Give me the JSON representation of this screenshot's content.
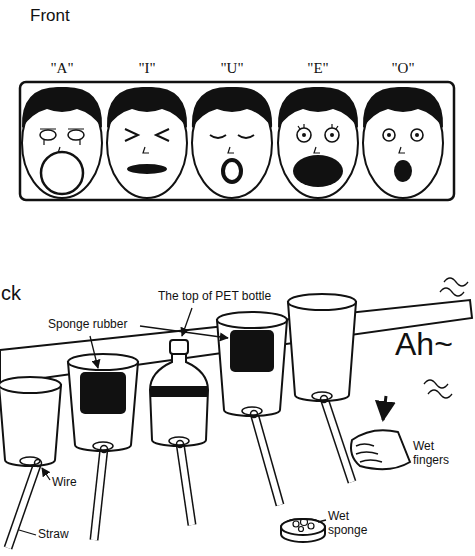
{
  "diagram": {
    "labels": [
      "Front",
      "\"A\"",
      "\"I\"",
      "\"U\"",
      "\"E\"",
      "\"O\"",
      "ck",
      "Sponge rubber",
      "The top of PET bottle",
      "Ah~",
      "Wet fingers",
      "Wire",
      "Straw",
      "Wet sponge"
    ]
  }
}
